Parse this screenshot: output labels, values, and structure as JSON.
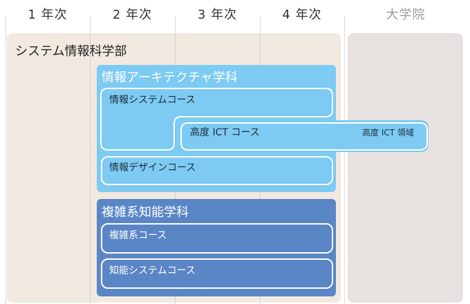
{
  "years": [
    "1 年次",
    "2 年次",
    "3 年次",
    "4 年次",
    "大学院"
  ],
  "school": {
    "title": "システム情報科学部"
  },
  "departments": {
    "info_arch": {
      "title": "情報アーキテクチャ学科",
      "courses": {
        "info_system": "情報システムコース",
        "advanced_ict": "高度 ICT コース",
        "advanced_ict_area": "高度 ICT  領域",
        "info_design": "情報デザインコース"
      }
    },
    "complex": {
      "title": "複雑系知能学科",
      "courses": {
        "complex_system": "複雑系コース",
        "intelligent_system": "知能システムコース"
      }
    }
  },
  "colors": {
    "school_bg": "#f2e9e1",
    "grad_bg": "#e7e2df",
    "info_arch_bg": "#7dcaf2",
    "complex_bg": "#5a86c6"
  }
}
